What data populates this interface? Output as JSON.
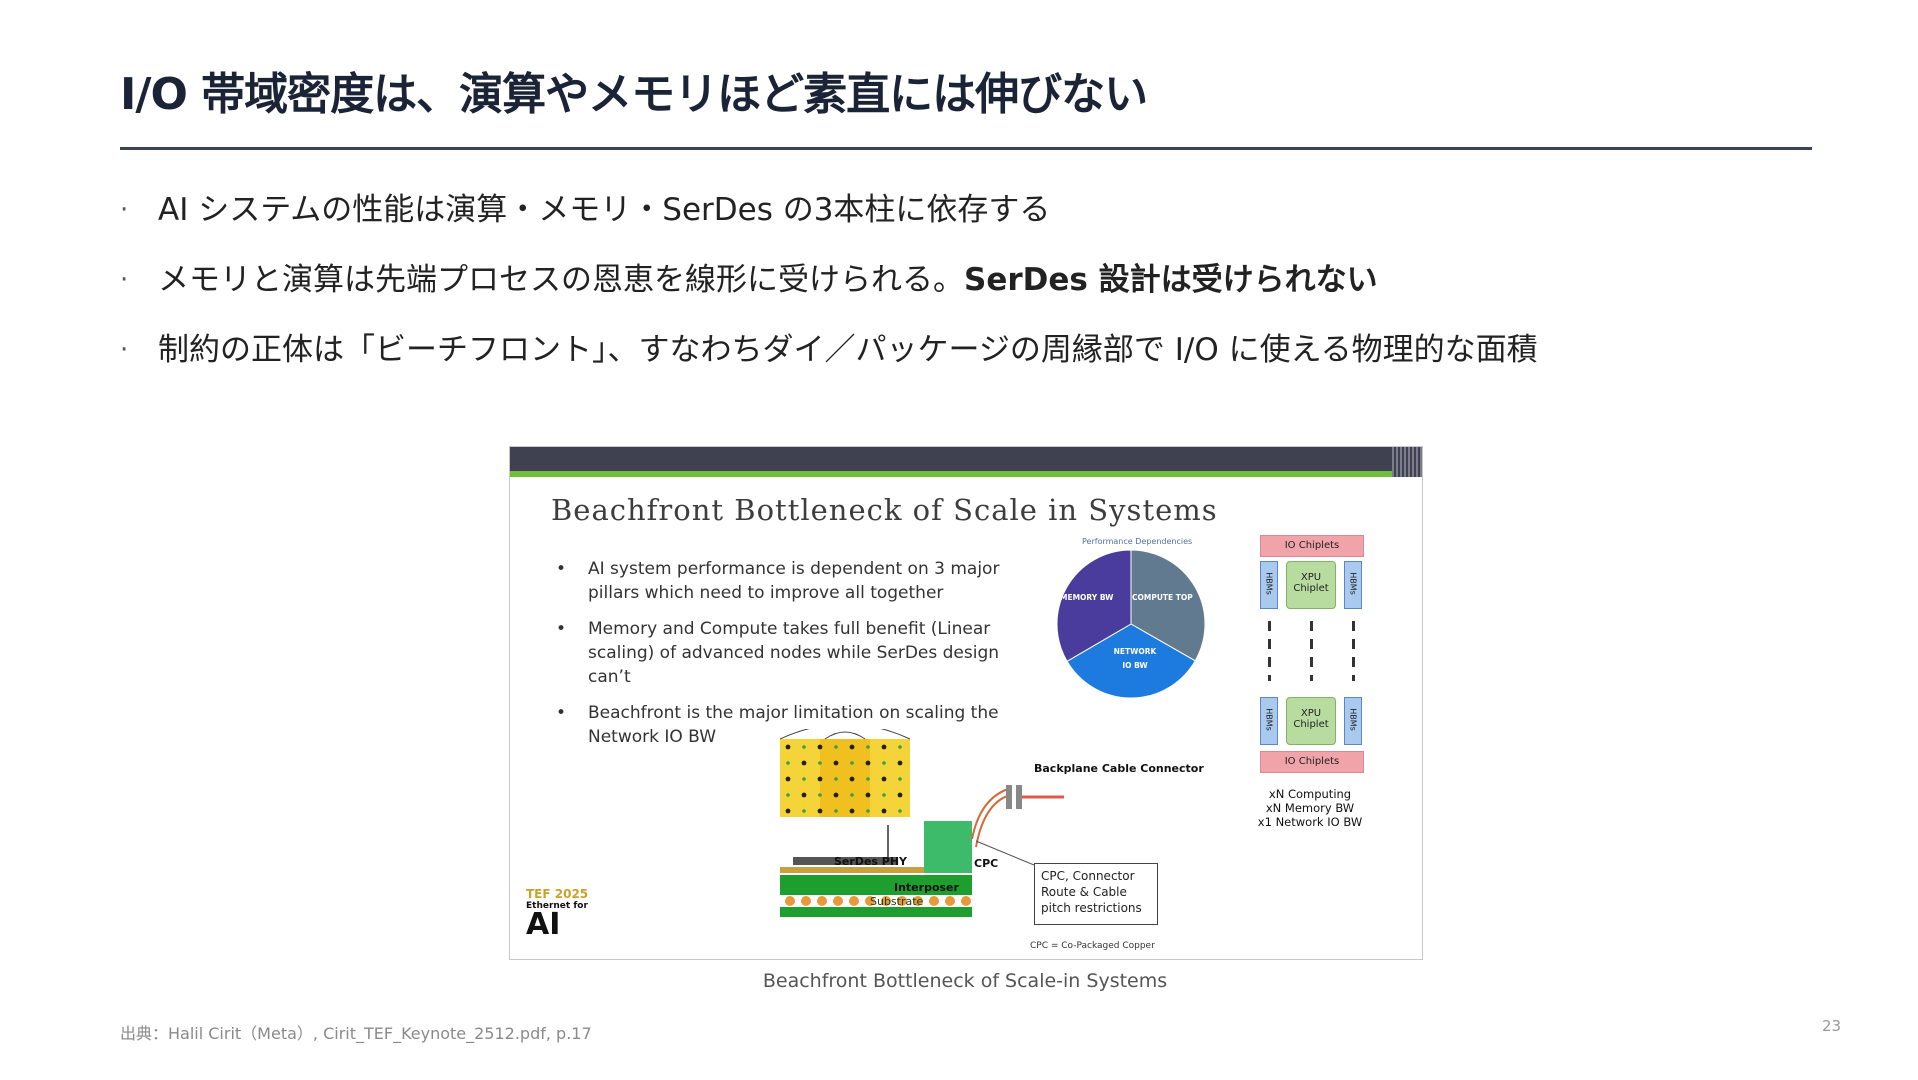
{
  "slide": {
    "title": "I/O 帯域密度は、演算やメモリほど素直には伸びない",
    "bullets": [
      {
        "text": "AI システムの性能は演算・メモリ・SerDes の3本柱に依存する",
        "bold": ""
      },
      {
        "text": "メモリと演算は先端プロセスの恩恵を線形に受けられる。",
        "bold": "SerDes 設計は受けられない"
      },
      {
        "text": "制約の正体は「ビーチフロント」、すなわちダイ／パッケージの周縁部で I/O に使える物理的な面積",
        "bold": ""
      }
    ],
    "bullet_marker": "·",
    "caption": "Beachfront Bottleneck of Scale-in Systems",
    "source": "出典：Halil Cirit（Meta）, Cirit_TEF_Keynote_2512.pdf, p.17",
    "page_number": "23"
  },
  "figure": {
    "title": "Beachfront Bottleneck of Scale in Systems",
    "bullet_marker": "•",
    "bullets": [
      "AI system performance is dependent on 3 major pillars which need to improve all together",
      "Memory and Compute takes full benefit (Linear scaling) of advanced nodes while SerDes design can’t",
      "Beachfront is the major limitation on scaling the Network IO BW"
    ],
    "pie": {
      "title": "Performance Dependencies",
      "slices": [
        {
          "label": "COMPUTE TOP",
          "value": 33.3,
          "color": "#627a90"
        },
        {
          "label": "NETWORK IO BW",
          "value": 33.3,
          "color": "#1d7be0"
        },
        {
          "label": "MEMORY BW",
          "value": 33.4,
          "color": "#4a3c9c"
        }
      ]
    },
    "io_diagram": {
      "io_chiplets_label": "IO Chiplets",
      "hbm_label": "HBMs",
      "xpu_label": "XPU Chiplet",
      "notes": [
        "xN Computing",
        "xN Memory BW",
        "x1 Network IO BW"
      ]
    },
    "package": {
      "backplane_label": "Backplane Cable Connector",
      "serdes_label": "SerDes PHY",
      "interposer_label": "Interposer",
      "substrate_label": "Substrate",
      "cpc_label": "CPC",
      "callout": "CPC, Connector Route & Cable pitch restrictions",
      "cpc_note": "CPC = Co-Packaged Copper"
    },
    "logo": {
      "line1": "TEF 2025",
      "line2": "Ethernet for",
      "line3": "AI"
    },
    "colors": {
      "top_bar": "#3f4150",
      "accent_green": "#6fbf3a"
    }
  }
}
